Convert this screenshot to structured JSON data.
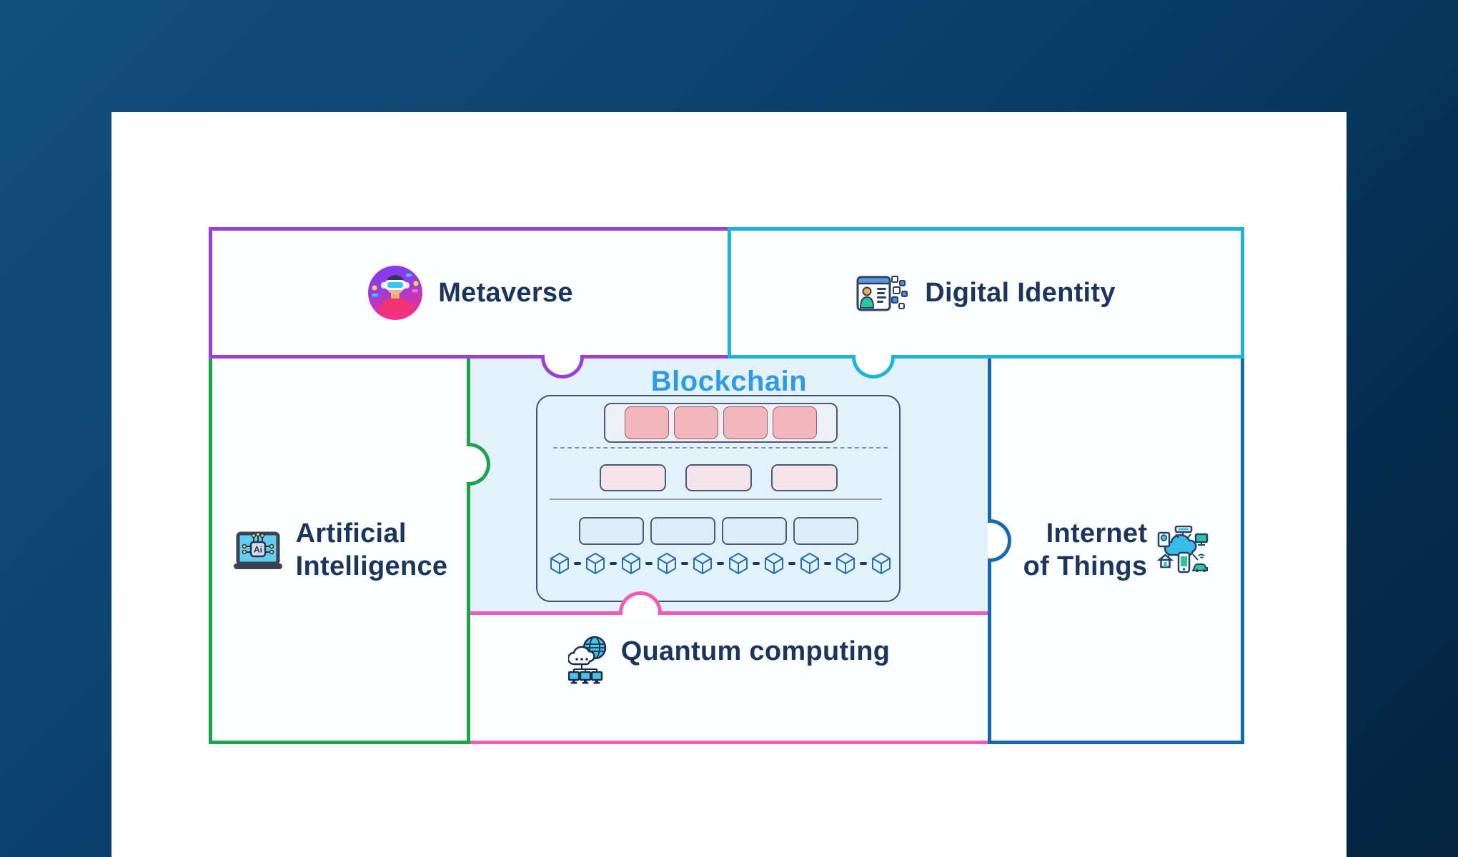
{
  "pieces": {
    "metaverse": {
      "label": "Metaverse",
      "border_color": "#9a3fd6"
    },
    "digital_identity": {
      "label": "Digital Identity",
      "border_color": "#1db4dc"
    },
    "artificial_intelligence": {
      "label_line1": "Artificial",
      "label_line2": "Intelligence",
      "border_color": "#1ca34c"
    },
    "internet_of_things": {
      "label_line1": "Internet",
      "label_line2": "of Things",
      "border_color": "#1668af"
    },
    "quantum_computing": {
      "label": "Quantum computing",
      "border_color": "#f35ab8"
    },
    "blockchain": {
      "label": "Blockchain",
      "title_color": "#2f9be4",
      "fill_color": "#e3f1fb"
    }
  },
  "blockchain_panel": {
    "row1_blocks": 4,
    "row2_blocks": 3,
    "row3_blocks": 4,
    "cubes": 10,
    "row1_block_color": "#f2b7bc",
    "row2_block_color": "#f5e3ea",
    "row3_block_color": "#ddecf8",
    "cube_color": "#1e6fb8"
  },
  "icons": {
    "metaverse": "vr-person-icon",
    "digital_identity": "id-card-icon",
    "artificial_intelligence": "ai-laptop-icon",
    "internet_of_things": "iot-cloud-icon",
    "quantum_computing": "quantum-network-icon"
  },
  "colors": {
    "background_navy": "#083a63",
    "card": "#ffffff",
    "heading_text": "#1c355f"
  }
}
